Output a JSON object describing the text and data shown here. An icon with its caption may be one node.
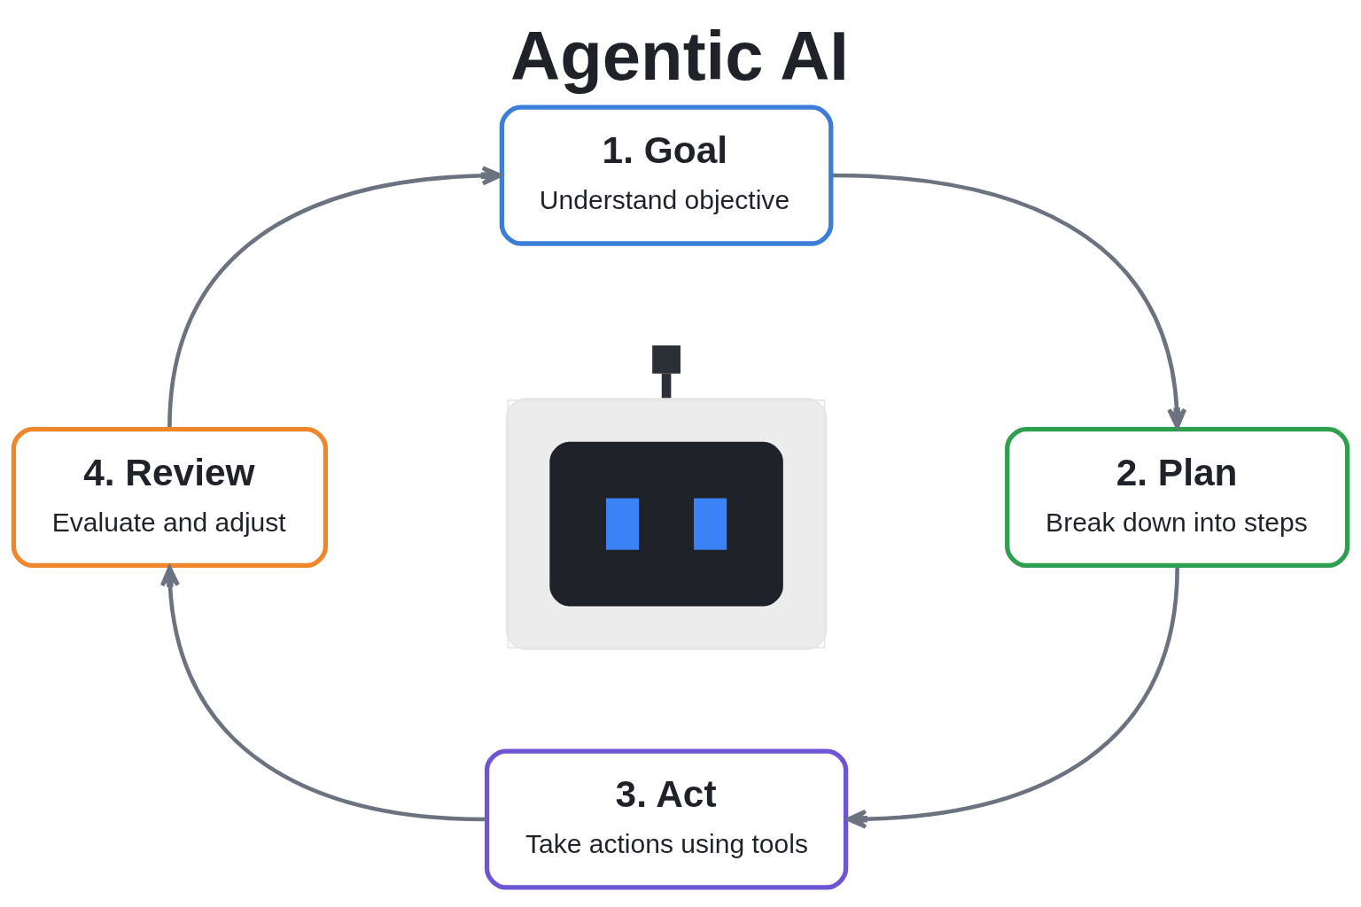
{
  "diagram": {
    "title": "Agentic AI",
    "nodes": [
      {
        "text": [
          "1. Goal",
          "Understand objective"
        ]
      },
      {
        "text": [
          "2. Plan",
          "Break down into steps"
        ]
      },
      {
        "text": [
          "3. Act",
          "Take actions using tools"
        ]
      },
      {
        "text": [
          "4. Review",
          "Evaluate and adjust"
        ]
      },
      {
        "text": [],
        "shape": "picture"
      }
    ],
    "edges": [
      {
        "from": 0,
        "to": 1,
        "arrow": "to"
      },
      {
        "from": 1,
        "to": 2,
        "arrow": "to"
      },
      {
        "from": 2,
        "to": 3,
        "arrow": "to"
      },
      {
        "from": 3,
        "to": 0,
        "arrow": "to"
      }
    ]
  }
}
